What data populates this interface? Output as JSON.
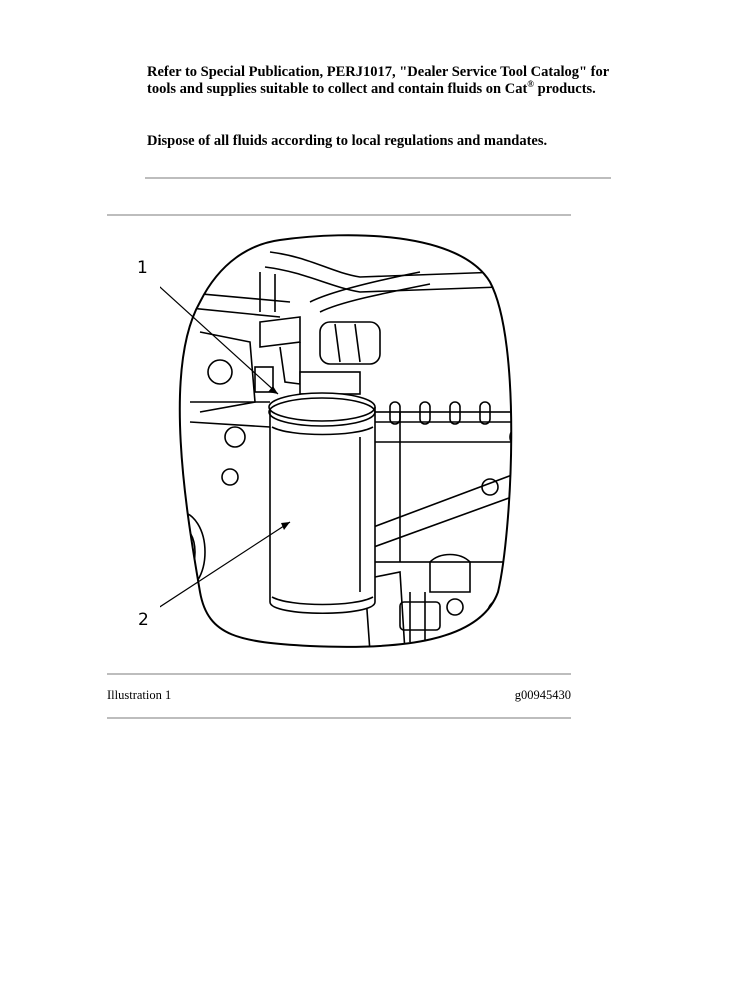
{
  "notice": {
    "para1_before_sup": "Refer to Special Publication, PERJ1017, \"Dealer Service Tool Catalog\" for tools and supplies suitable to collect and contain fluids on Cat",
    "para1_sup": "®",
    "para1_after_sup": " products.",
    "para2": "Dispose of all fluids according to local regulations and mandates."
  },
  "figure": {
    "callout_1": "1",
    "callout_2": "2"
  },
  "caption": {
    "label": "Illustration 1",
    "id": "g00945430"
  }
}
